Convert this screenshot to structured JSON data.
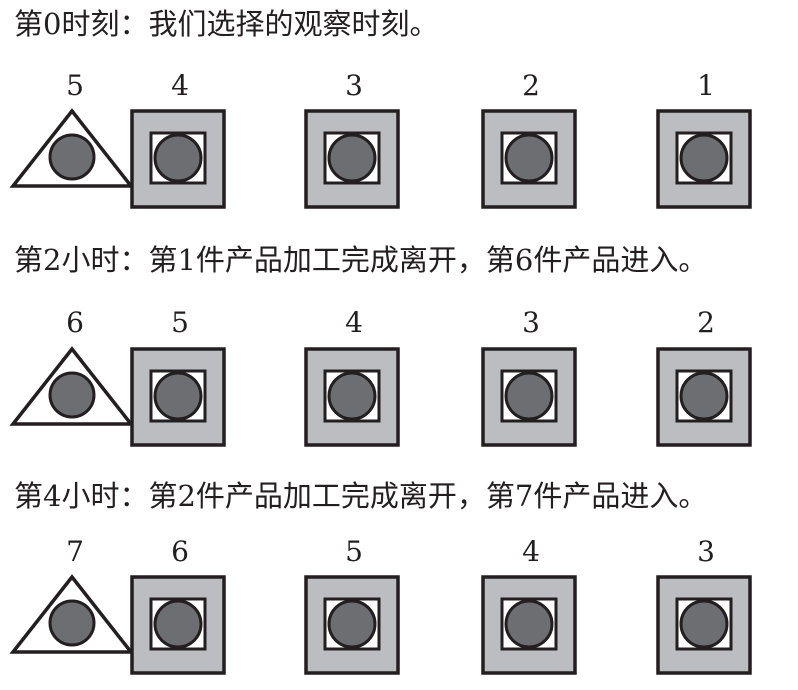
{
  "colors": {
    "box_fill": "#bcbdc0",
    "ball_fill": "#6d6e71",
    "stroke": "#231f20"
  },
  "rows": [
    {
      "heading": "第0时刻：我们选择的观察时刻。",
      "labels": [
        "5",
        "4",
        "3",
        "2",
        "1"
      ]
    },
    {
      "heading": "第2小时：第1件产品加工完成离开，第6件产品进入。",
      "labels": [
        "6",
        "5",
        "4",
        "3",
        "2"
      ]
    },
    {
      "heading": "第4小时：第2件产品加工完成离开，第7件产品进入。",
      "labels": [
        "7",
        "6",
        "5",
        "4",
        "3"
      ]
    }
  ]
}
